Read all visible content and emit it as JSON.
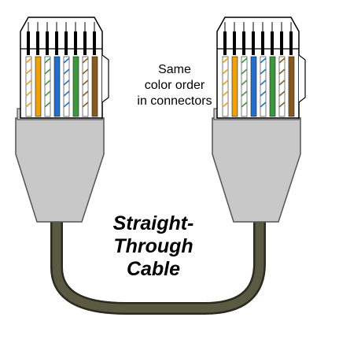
{
  "caption": {
    "lines": [
      "Same",
      "color order",
      "in connectors"
    ]
  },
  "title": {
    "lines": [
      "Straight-",
      "Through",
      "Cable"
    ]
  },
  "colors": {
    "cable": "#5a5a42",
    "cable_outline": "#2a2a1e",
    "boot": "#c8c8c8",
    "boot_outline": "#555555",
    "plug": "#ffffff",
    "plug_outline": "#000000"
  },
  "wire_order": [
    {
      "name": "white-orange",
      "color": "#ffffff",
      "stripe": "#f2a000"
    },
    {
      "name": "orange",
      "color": "#f2a000",
      "stripe": null
    },
    {
      "name": "white-green",
      "color": "#ffffff",
      "stripe": "#3a9a3a"
    },
    {
      "name": "blue",
      "color": "#1f6fd0",
      "stripe": null
    },
    {
      "name": "white-blue",
      "color": "#ffffff",
      "stripe": "#1f6fd0"
    },
    {
      "name": "green",
      "color": "#3a9a3a",
      "stripe": null
    },
    {
      "name": "white-brown",
      "color": "#ffffff",
      "stripe": "#8a5a1a"
    },
    {
      "name": "brown",
      "color": "#8a5a1a",
      "stripe": null
    }
  ]
}
